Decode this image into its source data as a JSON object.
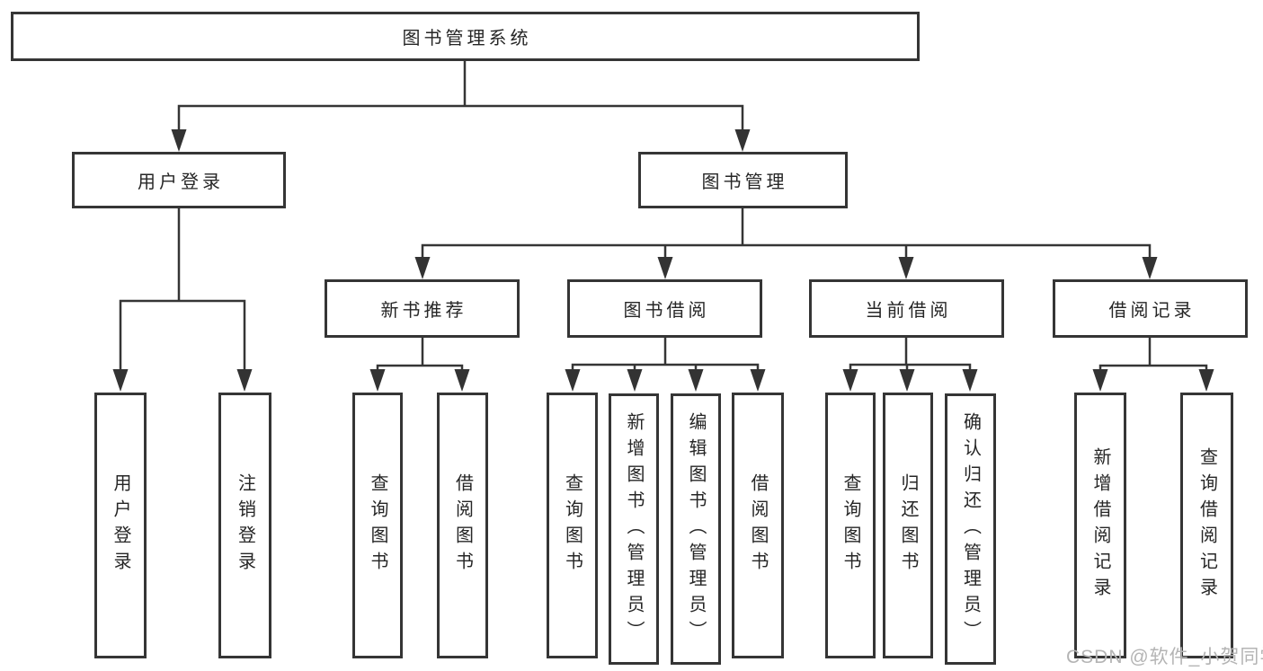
{
  "tree": {
    "root": {
      "label": "图书管理系统"
    },
    "branches": [
      {
        "label": "用户登录",
        "children": [
          {
            "label": "用户登录"
          },
          {
            "label": "注销登录"
          }
        ]
      },
      {
        "label": "图书管理",
        "children": [
          {
            "label": "新书推荐",
            "children": [
              {
                "label": "查询图书"
              },
              {
                "label": "借阅图书"
              }
            ]
          },
          {
            "label": "图书借阅",
            "children": [
              {
                "label": "查询图书"
              },
              {
                "label": "新增图书（管理员）"
              },
              {
                "label": "编辑图书（管理员）"
              },
              {
                "label": "借阅图书"
              }
            ]
          },
          {
            "label": "当前借阅",
            "children": [
              {
                "label": "查询图书"
              },
              {
                "label": "归还图书"
              },
              {
                "label": "确认归还（管理员）"
              }
            ]
          },
          {
            "label": "借阅记录",
            "children": [
              {
                "label": "新增借阅记录"
              },
              {
                "label": "查询借阅记录"
              }
            ]
          }
        ]
      }
    ]
  },
  "watermark": {
    "text": "CSDN @软件_小贺同学"
  },
  "colors": {
    "line": "#353535",
    "box_border": "#353535",
    "text": "#262626",
    "watermark": "#b4b4b4",
    "background": "#ffffff"
  }
}
